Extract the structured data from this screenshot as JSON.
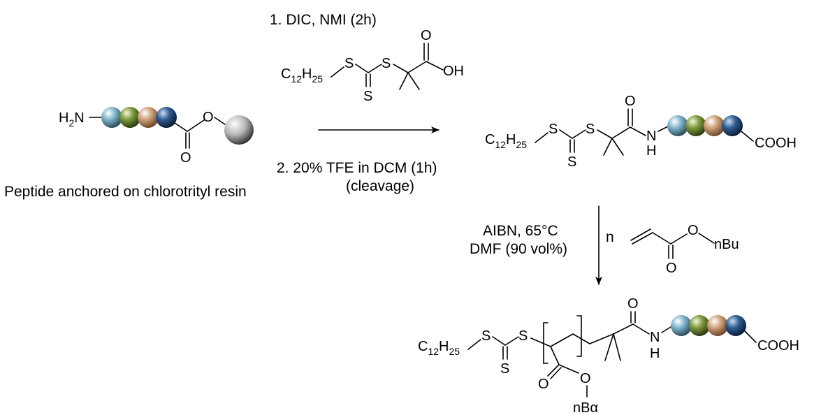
{
  "reagents": {
    "step1": "1. DIC, NMI (2h)",
    "step2": "2. 20% TFE in DCM (1h)",
    "step2_note": "(cleavage)",
    "polymerization_line1": "AIBN, 65°C",
    "polymerization_line2": "DMF (90 vol%)",
    "repeat_n": "n"
  },
  "labels": {
    "start_material": "Peptide anchored on chlorotrityl resin"
  },
  "atoms": {
    "H": "H",
    "N": "N",
    "O": "O",
    "S": "S",
    "C": "C",
    "sub_12": "12",
    "sub_25": "25",
    "sub_2": "2",
    "OH": "OH",
    "COOH": "COOH",
    "nBu": "nBu",
    "nBu_product": "nBα"
  },
  "colors": {
    "bead_1": "#7fb6cc",
    "bead_2": "#7e9a3c",
    "bead_3": "#cfa27a",
    "bead_4": "#2f5d92",
    "resin": "#b5b5b5"
  }
}
